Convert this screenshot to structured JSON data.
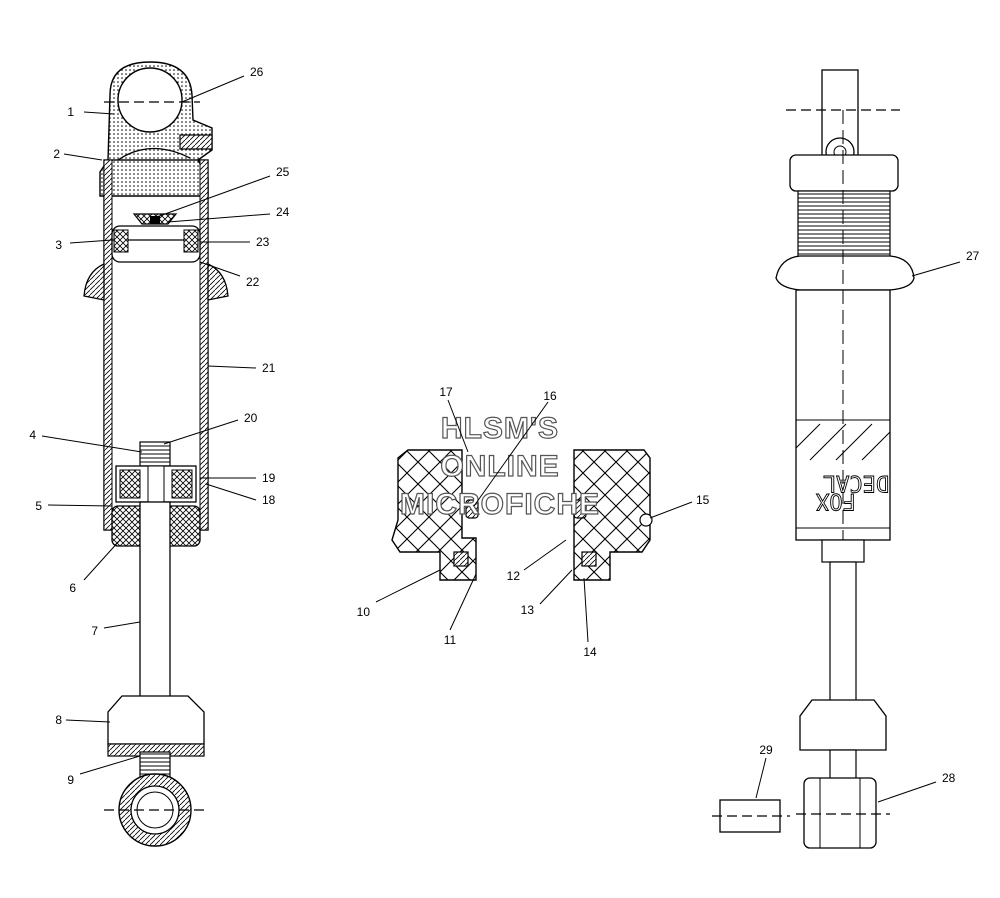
{
  "diagram": {
    "callouts": [
      "1",
      "2",
      "3",
      "4",
      "5",
      "6",
      "7",
      "8",
      "9",
      "10",
      "11",
      "12",
      "13",
      "14",
      "15",
      "16",
      "17",
      "18",
      "19",
      "20",
      "21",
      "22",
      "23",
      "24",
      "25",
      "26",
      "27",
      "28",
      "29"
    ],
    "watermark": [
      "HLSM'S",
      "ONLINE",
      "MICROFICHE"
    ],
    "decal_text": [
      "FOX",
      "DECAL"
    ]
  }
}
